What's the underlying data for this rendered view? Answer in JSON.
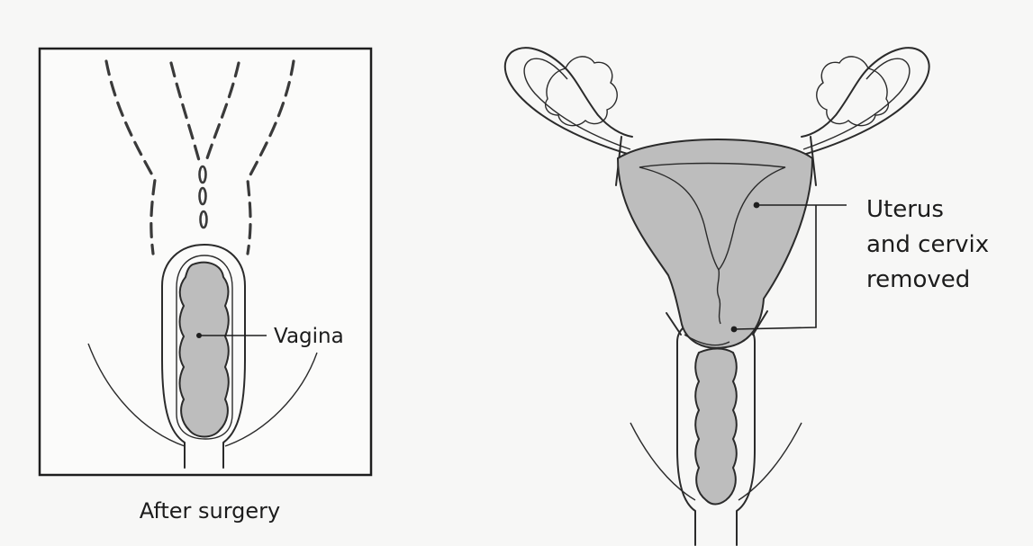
{
  "left_panel": {
    "vagina_label": "Vagina",
    "caption": "After surgery"
  },
  "right_panel": {
    "removed_label_lines": [
      "Uterus",
      "and cervix",
      "removed"
    ]
  },
  "colors": {
    "organ_fill": "#bdbdbd",
    "ink": "#2b2b2b",
    "background": "#f7f7f6"
  }
}
